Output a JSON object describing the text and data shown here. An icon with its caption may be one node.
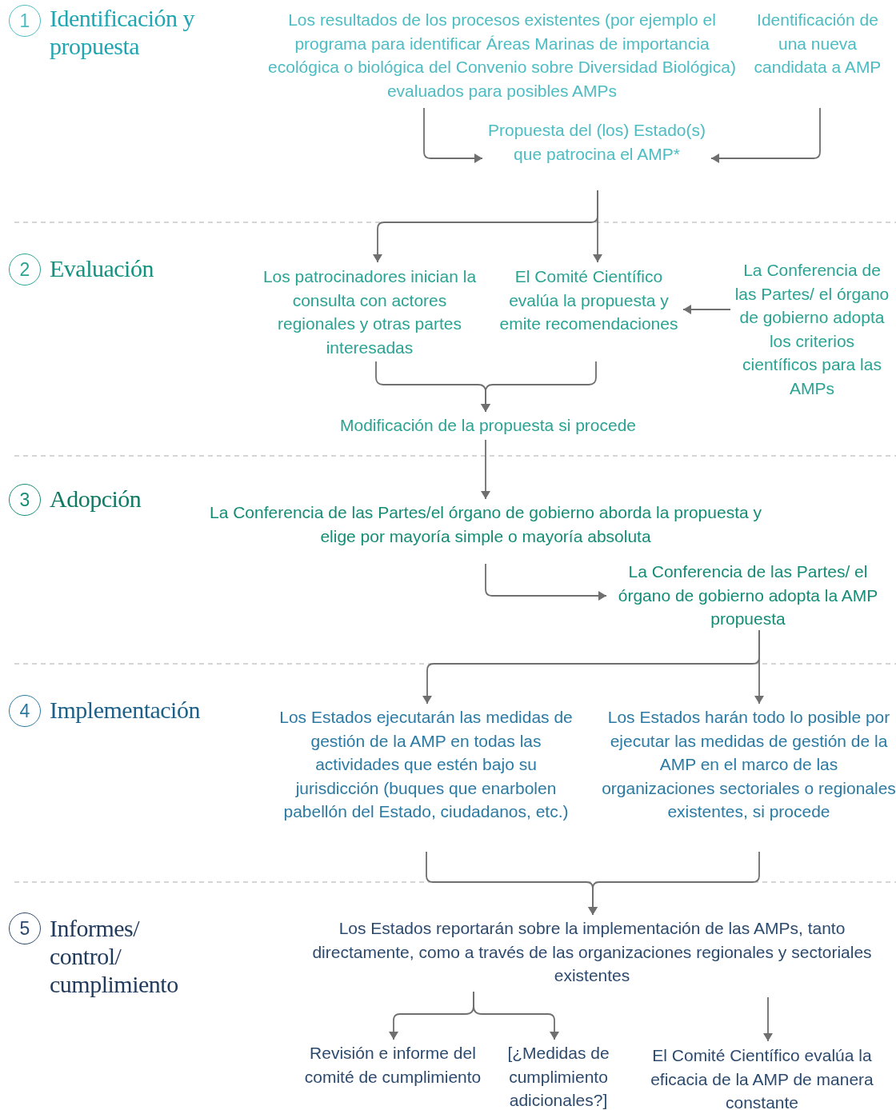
{
  "diagram": {
    "nodes": [
      {
        "text": [
          "Los resultados de los procesos existentes (por ejemplo el programa para identificar Áreas Marinas de importancia ecológica o biológica del Convenio sobre Diversidad Biológica) evaluados para posibles AMPs"
        ]
      },
      {
        "text": [
          "Identificación de una nueva candidata a AMP"
        ]
      },
      {
        "text": [
          "Propuesta del (los) Estado(s) que patrocina el AMP*"
        ]
      },
      {
        "text": [
          "Los patrocinadores inician la consulta con actores regionales y otras partes interesadas"
        ]
      },
      {
        "text": [
          "El Comité Científico evalúa la propuesta y emite recomendaciones"
        ]
      },
      {
        "text": [
          "La Conferencia de las Partes/ el órgano de gobierno adopta los criterios científicos para las AMPs"
        ]
      },
      {
        "text": [
          "Modificación de la propuesta si procede"
        ]
      },
      {
        "text": [
          "La Conferencia de las Partes/el órgano de gobierno aborda la propuesta y elige por mayoría simple o mayoría absoluta"
        ]
      },
      {
        "text": [
          "La Conferencia de las Partes/ el órgano de gobierno adopta la AMP propuesta"
        ]
      },
      {
        "text": [
          "Los Estados ejecutarán las medidas de gestión de la AMP en todas las actividades que estén bajo su jurisdicción (buques que enarbolen pabellón del Estado, ciudadanos, etc.)"
        ]
      },
      {
        "text": [
          "Los Estados harán todo lo posible por ejecutar las medidas de gestión de la AMP en el marco de las organizaciones sectoriales o regionales existentes, si procede"
        ]
      },
      {
        "text": [
          "Los Estados reportarán sobre la implementación de las AMPs, tanto directamente, como a través de las organizaciones regionales y sectoriales existentes"
        ]
      },
      {
        "text": [
          "Revisión e informe del comité de cumplimiento"
        ]
      },
      {
        "text": [
          "[¿Medidas de cumplimiento adicionales?]"
        ]
      },
      {
        "text": [
          "El Comité Científico evalúa la eficacia de la AMP de manera constante"
        ]
      }
    ],
    "edges": [
      {
        "from": 0,
        "to": 2,
        "arrow": "to"
      },
      {
        "from": 1,
        "to": 2,
        "arrow": "to"
      },
      {
        "from": 2,
        "to": 3,
        "arrow": "to"
      },
      {
        "from": 2,
        "to": 4,
        "arrow": "to"
      },
      {
        "from": 5,
        "to": 4,
        "arrow": "to"
      },
      {
        "from": 3,
        "to": 6,
        "arrow": "to"
      },
      {
        "from": 4,
        "to": 6,
        "arrow": "to"
      },
      {
        "from": 6,
        "to": 7,
        "arrow": "to"
      },
      {
        "from": 7,
        "to": 8,
        "arrow": "to"
      },
      {
        "from": 8,
        "to": 9,
        "arrow": "to"
      },
      {
        "from": 8,
        "to": 10,
        "arrow": "to"
      },
      {
        "from": 9,
        "to": 11,
        "arrow": "to"
      },
      {
        "from": 10,
        "to": 11,
        "arrow": "to"
      },
      {
        "from": 11,
        "to": 12,
        "arrow": "to"
      },
      {
        "from": 11,
        "to": 13,
        "arrow": "to"
      },
      {
        "from": 11,
        "to": 14,
        "arrow": "to"
      }
    ],
    "labels": [
      "1",
      "Identificación y propuesta",
      "2",
      "Evaluación",
      "3",
      "Adopción",
      "4",
      "Implementación",
      "5",
      "Informes/ control/ cumplimiento"
    ]
  }
}
